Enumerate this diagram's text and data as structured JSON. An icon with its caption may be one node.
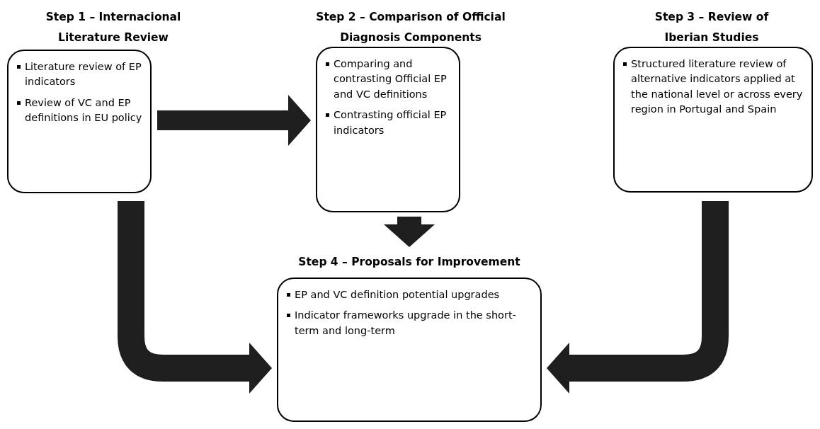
{
  "diagram": {
    "nodes": [
      {
        "text": [
          "Step 1 – Internacional Literature Review",
          "Literature review of EP indicators",
          "Review of VC and EP definitions in EU policy"
        ]
      },
      {
        "text": [
          "Step 2 – Comparison of Official Diagnosis Components",
          "Comparing and contrasting Official EP and VC definitions",
          "Contrasting official EP indicators"
        ]
      },
      {
        "text": [
          "Step 3 – Review of Iberian Studies",
          "Structured literature review of alternative indicators applied at the national level or across every region in Portugal and Spain"
        ]
      },
      {
        "text": [
          "Step 4 – Proposals for Improvement",
          "EP and VC definition potential upgrades",
          "Indicator frameworks upgrade in the short-term and long-term"
        ]
      }
    ],
    "edges": [
      {
        "from": 0,
        "to": 1,
        "arrow": "to"
      },
      {
        "from": 1,
        "to": 3,
        "arrow": "to"
      },
      {
        "from": 0,
        "to": 3,
        "arrow": "to"
      },
      {
        "from": 2,
        "to": 3,
        "arrow": "to"
      }
    ]
  }
}
